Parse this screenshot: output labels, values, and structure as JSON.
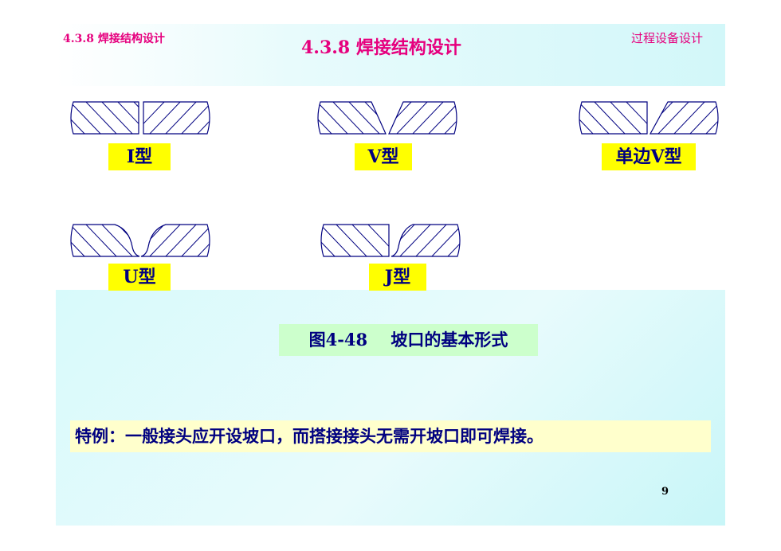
{
  "header": {
    "section_label": "4.3.8 焊接结构设计",
    "title": "4.3.8  焊接结构设计",
    "course": "过程设备设计"
  },
  "joints": [
    {
      "id": "I",
      "label": "I型",
      "shape": "square-butt"
    },
    {
      "id": "V",
      "label": "V型",
      "shape": "double-bevel"
    },
    {
      "id": "single-V",
      "label": "单边V型",
      "shape": "single-bevel"
    },
    {
      "id": "U",
      "label": "U型",
      "shape": "u-groove"
    },
    {
      "id": "J",
      "label": "J型",
      "shape": "j-groove"
    }
  ],
  "figure_caption": "图4-48    坡口的基本形式",
  "note": "特例：一般接头应开设坡口，而搭接接头无需开坡口即可焊接。",
  "page_number": "9",
  "colors": {
    "title": "#e6007e",
    "label_bg": "#ffff00",
    "text": "#000080",
    "caption_bg": "#ccffcc",
    "note_bg": "#ffffcc",
    "outline": "#000080"
  }
}
